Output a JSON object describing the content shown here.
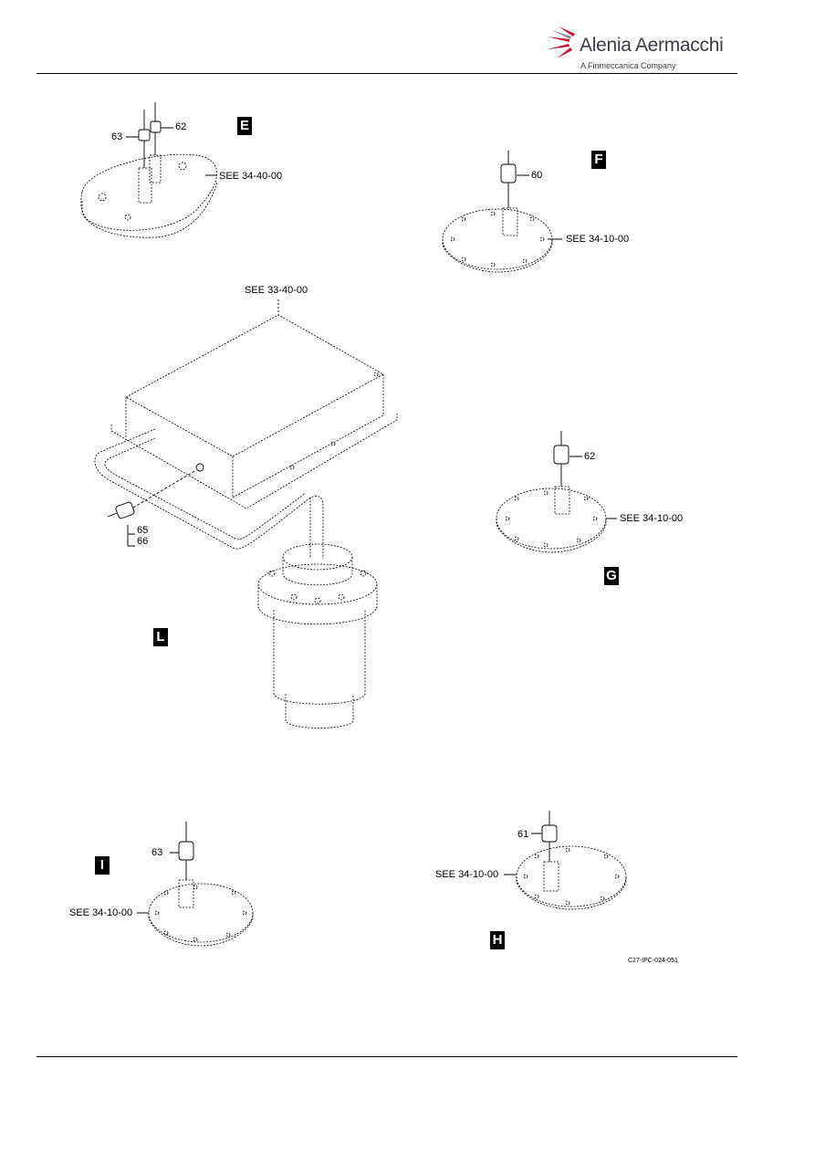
{
  "header": {
    "brand_name": "Alenia Aermacchi",
    "brand_tagline": "A Finmeccanica Company",
    "brand_color": "#c8102e"
  },
  "views": {
    "E": {
      "letter": "E",
      "refs": [
        "63",
        "62"
      ],
      "see": "SEE 34-40-00"
    },
    "F": {
      "letter": "F",
      "refs": [
        "60"
      ],
      "see": "SEE 34-10-00"
    },
    "L": {
      "letter": "L",
      "refs": [
        "65",
        "66"
      ],
      "see": "SEE 33-40-00"
    },
    "G": {
      "letter": "G",
      "refs": [
        "62"
      ],
      "see": "SEE 34-10-00"
    },
    "I": {
      "letter": "I",
      "refs": [
        "63"
      ],
      "see": "SEE 34-10-00"
    },
    "H": {
      "letter": "H",
      "refs": [
        "61"
      ],
      "see": "SEE 34-10-00"
    }
  },
  "figure_ref": "C27-IPC-024-051"
}
